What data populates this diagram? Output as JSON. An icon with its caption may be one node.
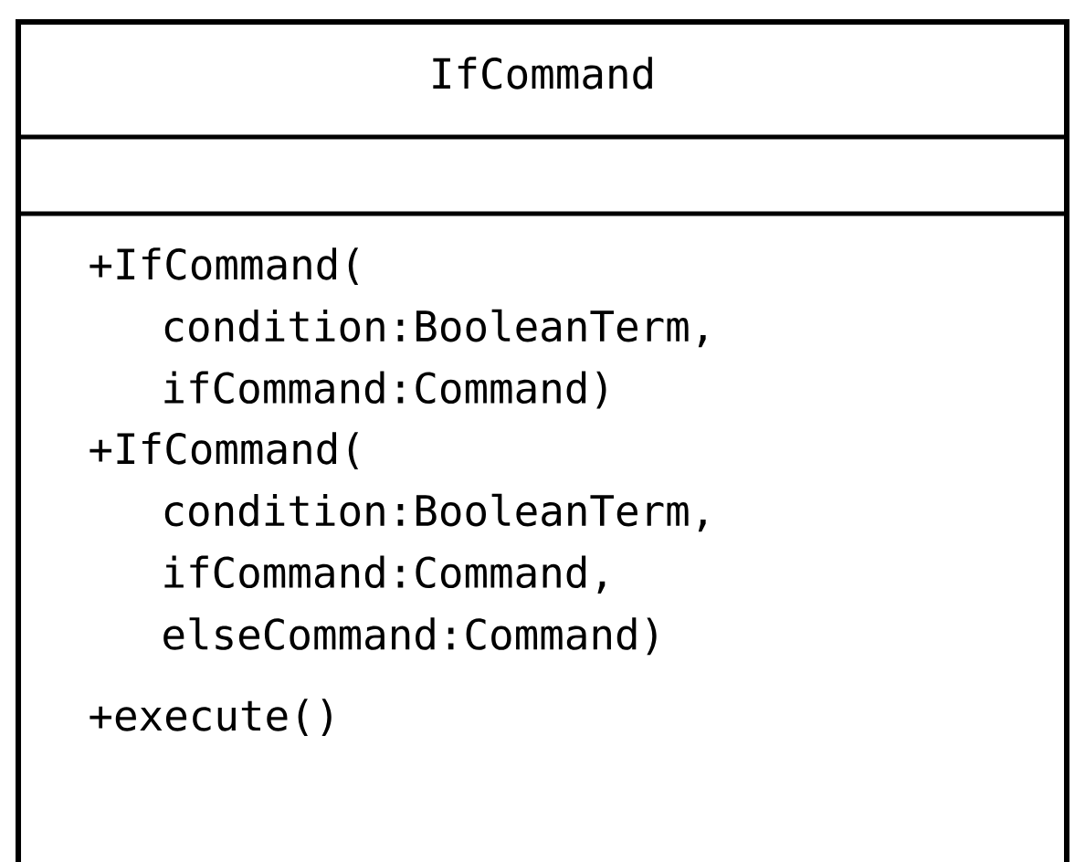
{
  "diagram": {
    "nodes": [
      {
        "text": [
          "IfCommand",
          "+IfCommand( condition:BooleanTerm, ifCommand:Command)",
          "+IfCommand( condition:BooleanTerm, ifCommand:Command, elseCommand:Command)",
          "+execute()"
        ]
      }
    ]
  }
}
